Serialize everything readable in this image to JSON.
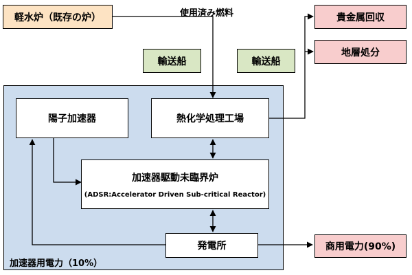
{
  "nodes": {
    "lwr": "軽水炉（既存の炉）",
    "precious_metal": "貴金属回収",
    "geological": "地層処分",
    "ship_left": "輸送船",
    "ship_right": "輸送船",
    "proton_accelerator": "陽子加速器",
    "thermochemical_plant": "熱化学処理工場",
    "adsr_title": "加速器駆動未臨界炉",
    "adsr_subtitle": "(ADSR:Accelerator Driven Sub-critical Reactor)",
    "power_plant": "発電所",
    "commercial_power": "商用電力(90%)"
  },
  "labels": {
    "spent_fuel": "使用済み燃料",
    "accelerator_power": "加速器用電力（10%）"
  },
  "colors": {
    "source_fill": "#fde3c3",
    "output_fill": "#f8cdcd",
    "ship_fill": "#d9e7c4",
    "region_fill": "#ccdcee"
  }
}
